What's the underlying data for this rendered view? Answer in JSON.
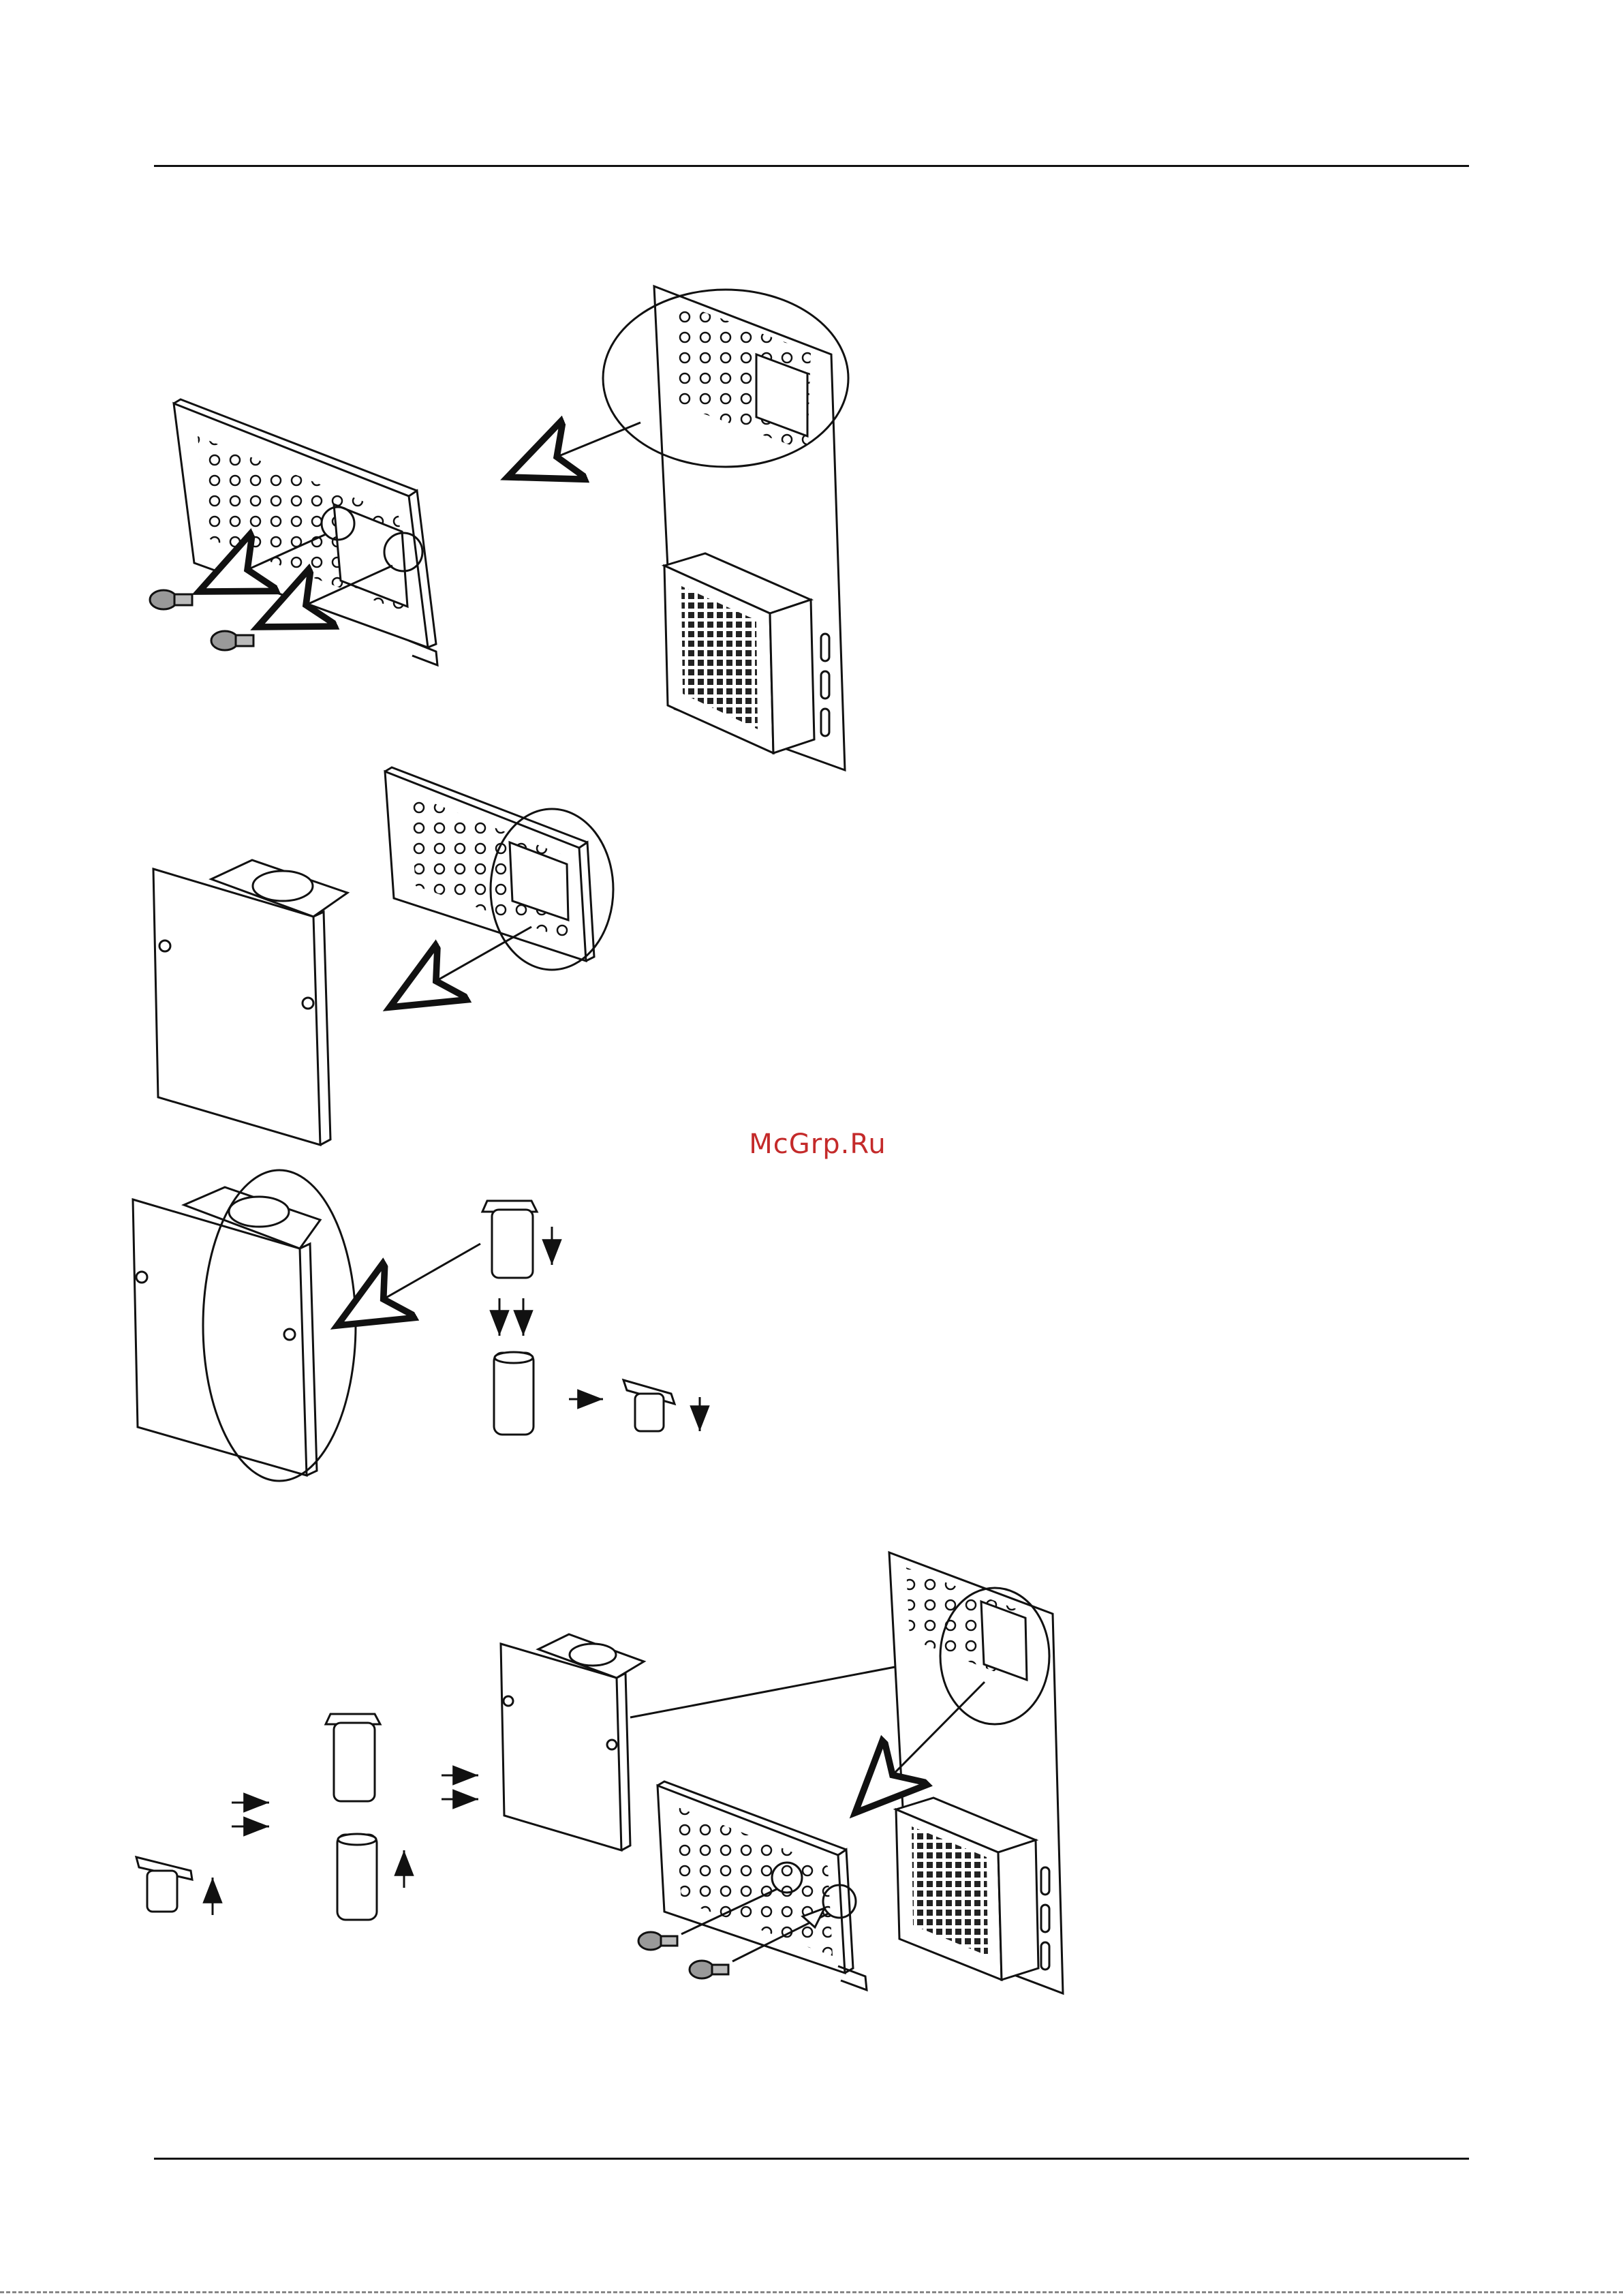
{
  "page": {
    "watermark": "McGrp.Ru"
  },
  "figures": [
    {
      "id": "step-1",
      "description_hidden": true
    },
    {
      "id": "step-2"
    },
    {
      "id": "step-3"
    },
    {
      "id": "step-4"
    }
  ]
}
